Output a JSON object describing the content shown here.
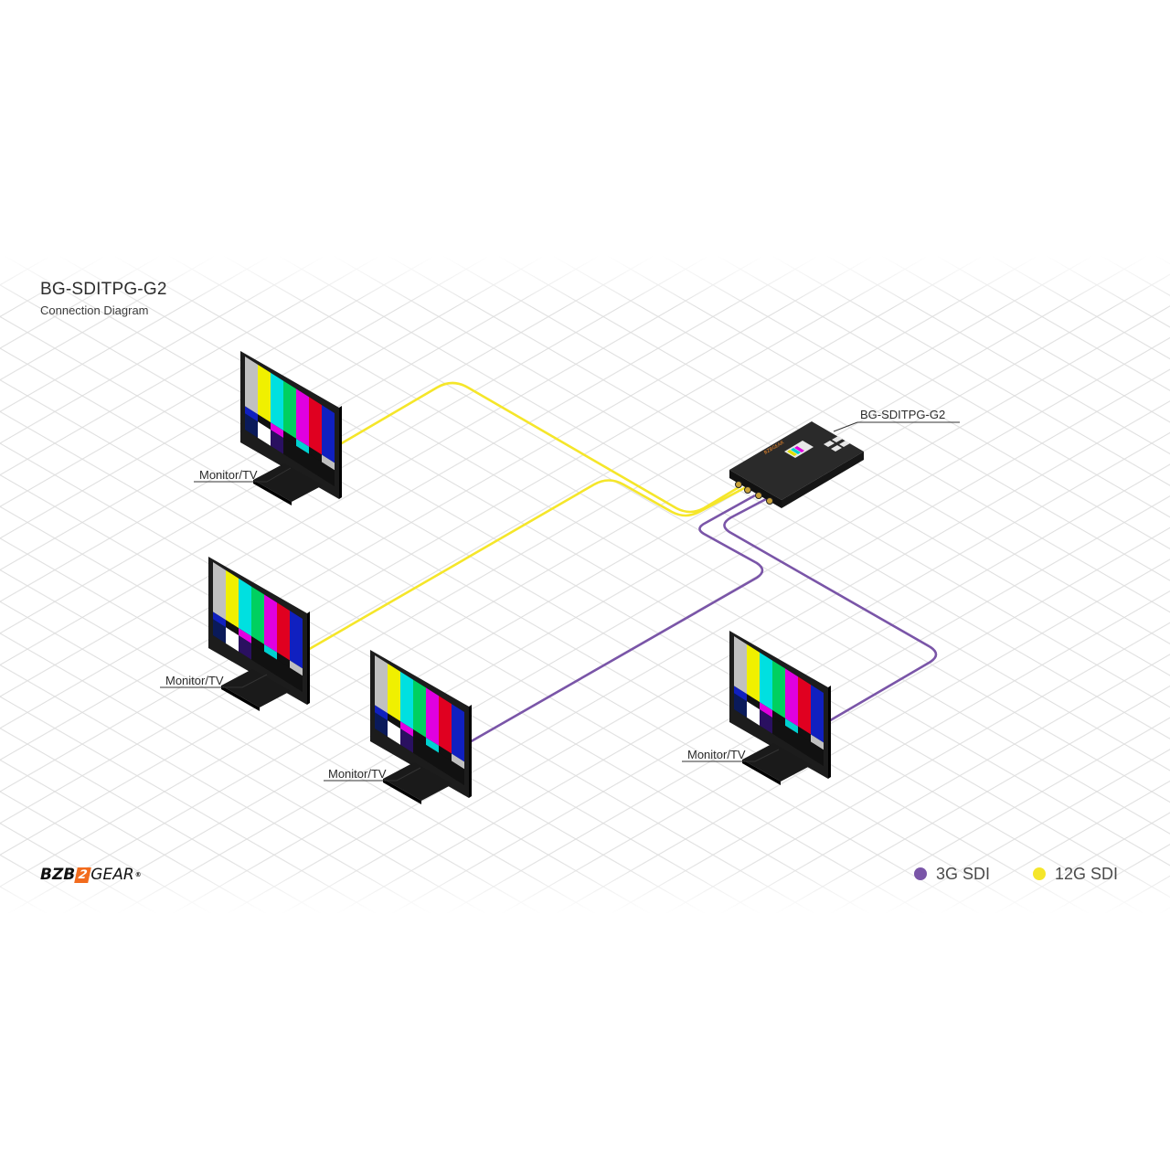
{
  "diagram": {
    "title": "BG-SDITPG-G2",
    "subtitle": "Connection Diagram",
    "device": {
      "label": "BG-SDITPG-G2",
      "logo_text": "BZBGEAR"
    },
    "monitors": [
      {
        "id": "monitor-top-left",
        "label": "Monitor/TV",
        "connection": "12G SDI"
      },
      {
        "id": "monitor-mid-left",
        "label": "Monitor/TV",
        "connection": "12G SDI"
      },
      {
        "id": "monitor-center",
        "label": "Monitor/TV",
        "connection": "3G SDI"
      },
      {
        "id": "monitor-right",
        "label": "Monitor/TV",
        "connection": "3G SDI"
      }
    ],
    "legend": [
      {
        "label": "3G SDI",
        "color": "#7a55a8"
      },
      {
        "label": "12G SDI",
        "color": "#f5e62a"
      }
    ],
    "brand": {
      "part1": "BZB",
      "part2": "2",
      "part3": "GEAR",
      "mark": "®"
    },
    "colors": {
      "cable_3g": "#7a55a8",
      "cable_12g": "#f5e62a",
      "grid": "#dcdcdc",
      "monitor_body": "#1c1c1c",
      "device_body": "#202020"
    },
    "color_bars": [
      "#c0c0c0",
      "#f0f000",
      "#00e0e0",
      "#00d060",
      "#e000e0",
      "#e00020",
      "#1020c0"
    ]
  }
}
